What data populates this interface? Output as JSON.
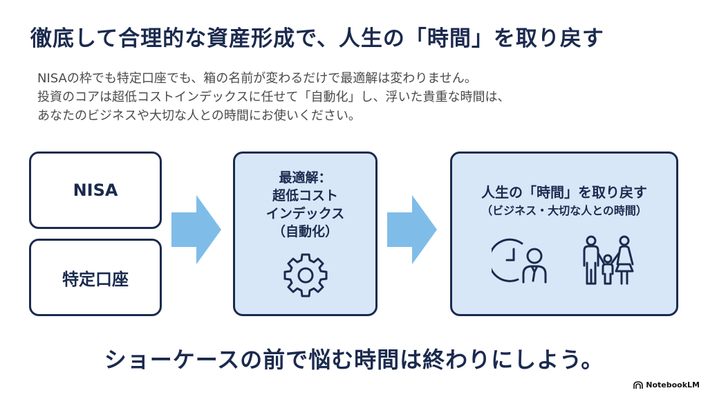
{
  "title": "徹底して合理的な資産形成で、人生の「時間」を取り戻す",
  "subtitle": [
    "NISAの枠でも特定口座でも、箱の名前が変わるだけで最適解は変わりません。",
    "投資のコアは超低コストインデックスに任せて「自動化」し、浮いた貴重な時間は、",
    "あなたのビジネスや大切な人との時間にお使いください。"
  ],
  "boxes": {
    "nisa": "NISA",
    "tokutei": "特定口座",
    "middle": [
      "最適解：",
      "超低コスト",
      "インデックス",
      "（自動化）"
    ],
    "right_main": "人生の「時間」を取り戻す",
    "right_sub": "（ビジネス・大切な人との時間）"
  },
  "bottom": "ショーケースの前で悩む時間は終わりにしよう。",
  "logo": "NotebookLM",
  "colors": {
    "navy": "#1b2a4e",
    "light_blue_fill": "#d8e7f7",
    "arrow_blue": "#7fbde8"
  },
  "icons": [
    "gear-icon",
    "clock-businessman-icon",
    "family-icon",
    "notebooklm-logo-icon"
  ]
}
